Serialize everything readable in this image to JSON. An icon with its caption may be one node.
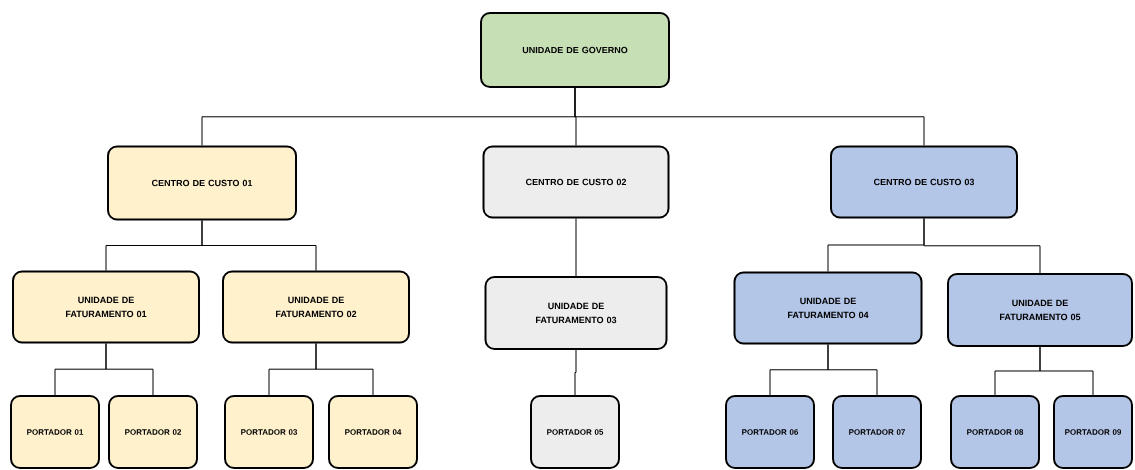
{
  "diagram": {
    "nodes": [
      {
        "text": [
          "UNIDADE DE GOVERNO"
        ]
      },
      {
        "text": [
          "CENTRO DE CUSTO 01"
        ]
      },
      {
        "text": [
          "CENTRO DE CUSTO 02"
        ]
      },
      {
        "text": [
          "CENTRO DE CUSTO 03"
        ]
      },
      {
        "text": [
          "UNIDADE DE FATURAMENTO 01"
        ]
      },
      {
        "text": [
          "UNIDADE DE FATURAMENTO 02"
        ]
      },
      {
        "text": [
          "UNIDADE DE FATURAMENTO 03"
        ]
      },
      {
        "text": [
          "UNIDADE DE FATURAMENTO 04"
        ]
      },
      {
        "text": [
          "UNIDADE DE FATURAMENTO 05"
        ]
      },
      {
        "text": [
          "PORTADOR 01"
        ]
      },
      {
        "text": [
          "PORTADOR 02"
        ]
      },
      {
        "text": [
          "PORTADOR 03"
        ]
      },
      {
        "text": [
          "PORTADOR 04"
        ]
      },
      {
        "text": [
          "PORTADOR 05"
        ]
      },
      {
        "text": [
          "PORTADOR 06"
        ]
      },
      {
        "text": [
          "PORTADOR 07"
        ]
      },
      {
        "text": [
          "PORTADOR 08"
        ]
      },
      {
        "text": [
          "PORTADOR 09"
        ]
      }
    ],
    "edges": [
      {
        "from": 0,
        "to": 1,
        "arrow": "none"
      },
      {
        "from": 0,
        "to": 2,
        "arrow": "none"
      },
      {
        "from": 0,
        "to": 3,
        "arrow": "none"
      },
      {
        "from": 1,
        "to": 4,
        "arrow": "none"
      },
      {
        "from": 1,
        "to": 5,
        "arrow": "none"
      },
      {
        "from": 2,
        "to": 6,
        "arrow": "none"
      },
      {
        "from": 3,
        "to": 7,
        "arrow": "none"
      },
      {
        "from": 3,
        "to": 8,
        "arrow": "none"
      },
      {
        "from": 4,
        "to": 9,
        "arrow": "none"
      },
      {
        "from": 4,
        "to": 10,
        "arrow": "none"
      },
      {
        "from": 5,
        "to": 11,
        "arrow": "none"
      },
      {
        "from": 5,
        "to": 12,
        "arrow": "none"
      },
      {
        "from": 6,
        "to": 13,
        "arrow": "none"
      },
      {
        "from": 7,
        "to": 14,
        "arrow": "none"
      },
      {
        "from": 7,
        "to": 15,
        "arrow": "none"
      },
      {
        "from": 8,
        "to": 16,
        "arrow": "none"
      },
      {
        "from": 8,
        "to": 17,
        "arrow": "none"
      }
    ]
  }
}
